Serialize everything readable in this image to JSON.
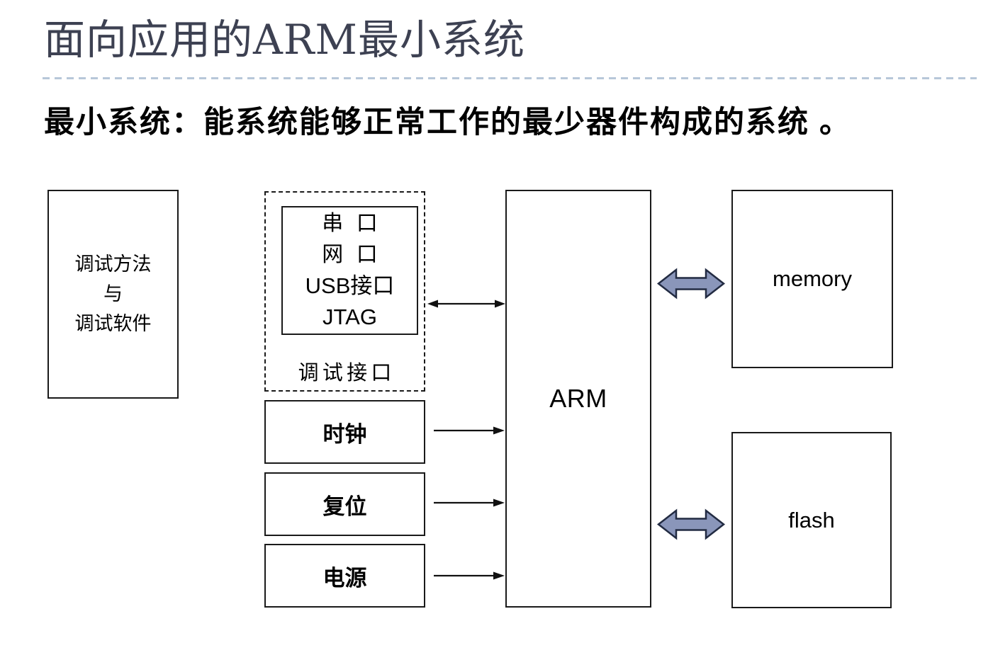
{
  "slide": {
    "title": "面向应用的ARM最小系统",
    "subtitle": "最小系统：能系统能够正常工作的最少器件构成的系统 。"
  },
  "diagram": {
    "debug_tools_box": {
      "lines": [
        "调试方法",
        "与",
        "调试软件"
      ]
    },
    "debug_interface": {
      "ports": [
        "串口",
        "网口",
        "USB接口",
        "JTAG"
      ],
      "label": "调试接口"
    },
    "clock_label": "时钟",
    "reset_label": "复位",
    "power_label": "电源",
    "arm_label": "ARM",
    "memory_label": "memory",
    "flash_label": "flash"
  },
  "colors": {
    "title_text": "#3d4152",
    "divider_dash": "#b7c7d9",
    "box_border": "#1a1a1a",
    "arrow_color": "#111111",
    "block_arrow_fill": "#8a96ba",
    "block_arrow_stroke": "#222b42"
  }
}
